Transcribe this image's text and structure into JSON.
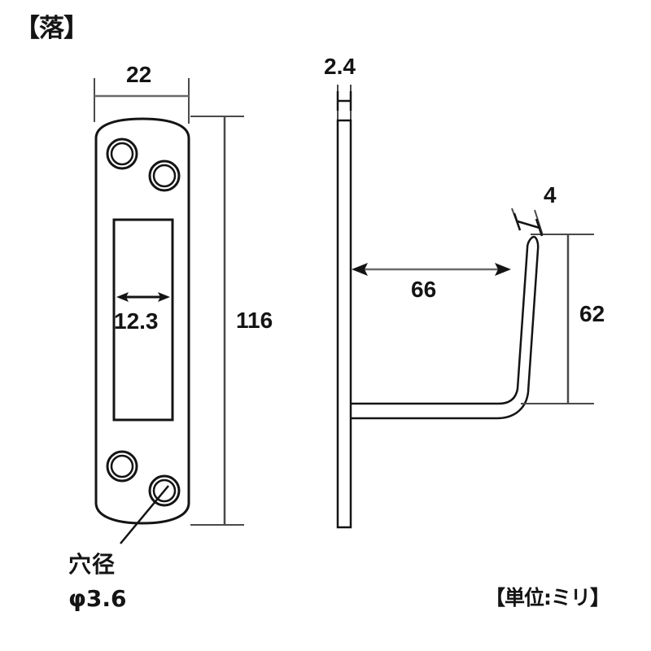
{
  "title": "【落】",
  "unit_note": "【単位:ミリ】",
  "hole_note": {
    "line1": "穴径",
    "line2": "φ3.6"
  },
  "colors": {
    "line": "#141414",
    "dimension_line": "#555555",
    "text": "#141414",
    "background": "#ffffff"
  },
  "front_view": {
    "name": "front-view",
    "dimensions": {
      "width": "22",
      "height": "116",
      "slot_width": "12.3"
    }
  },
  "side_view": {
    "name": "side-view",
    "dimensions": {
      "thickness": "2.4",
      "arm_length": "66",
      "drop_height": "62",
      "hook_tip": "4"
    }
  },
  "chart_data": {
    "type": "table",
    "title": "【落】",
    "categories": [
      "22",
      "116",
      "12.3",
      "2.4",
      "66",
      "62",
      "4",
      "φ3.6"
    ],
    "values": [
      22,
      116,
      12.3,
      2.4,
      66,
      62,
      4,
      3.6
    ],
    "xlabel": "",
    "ylabel": "ミリ"
  }
}
